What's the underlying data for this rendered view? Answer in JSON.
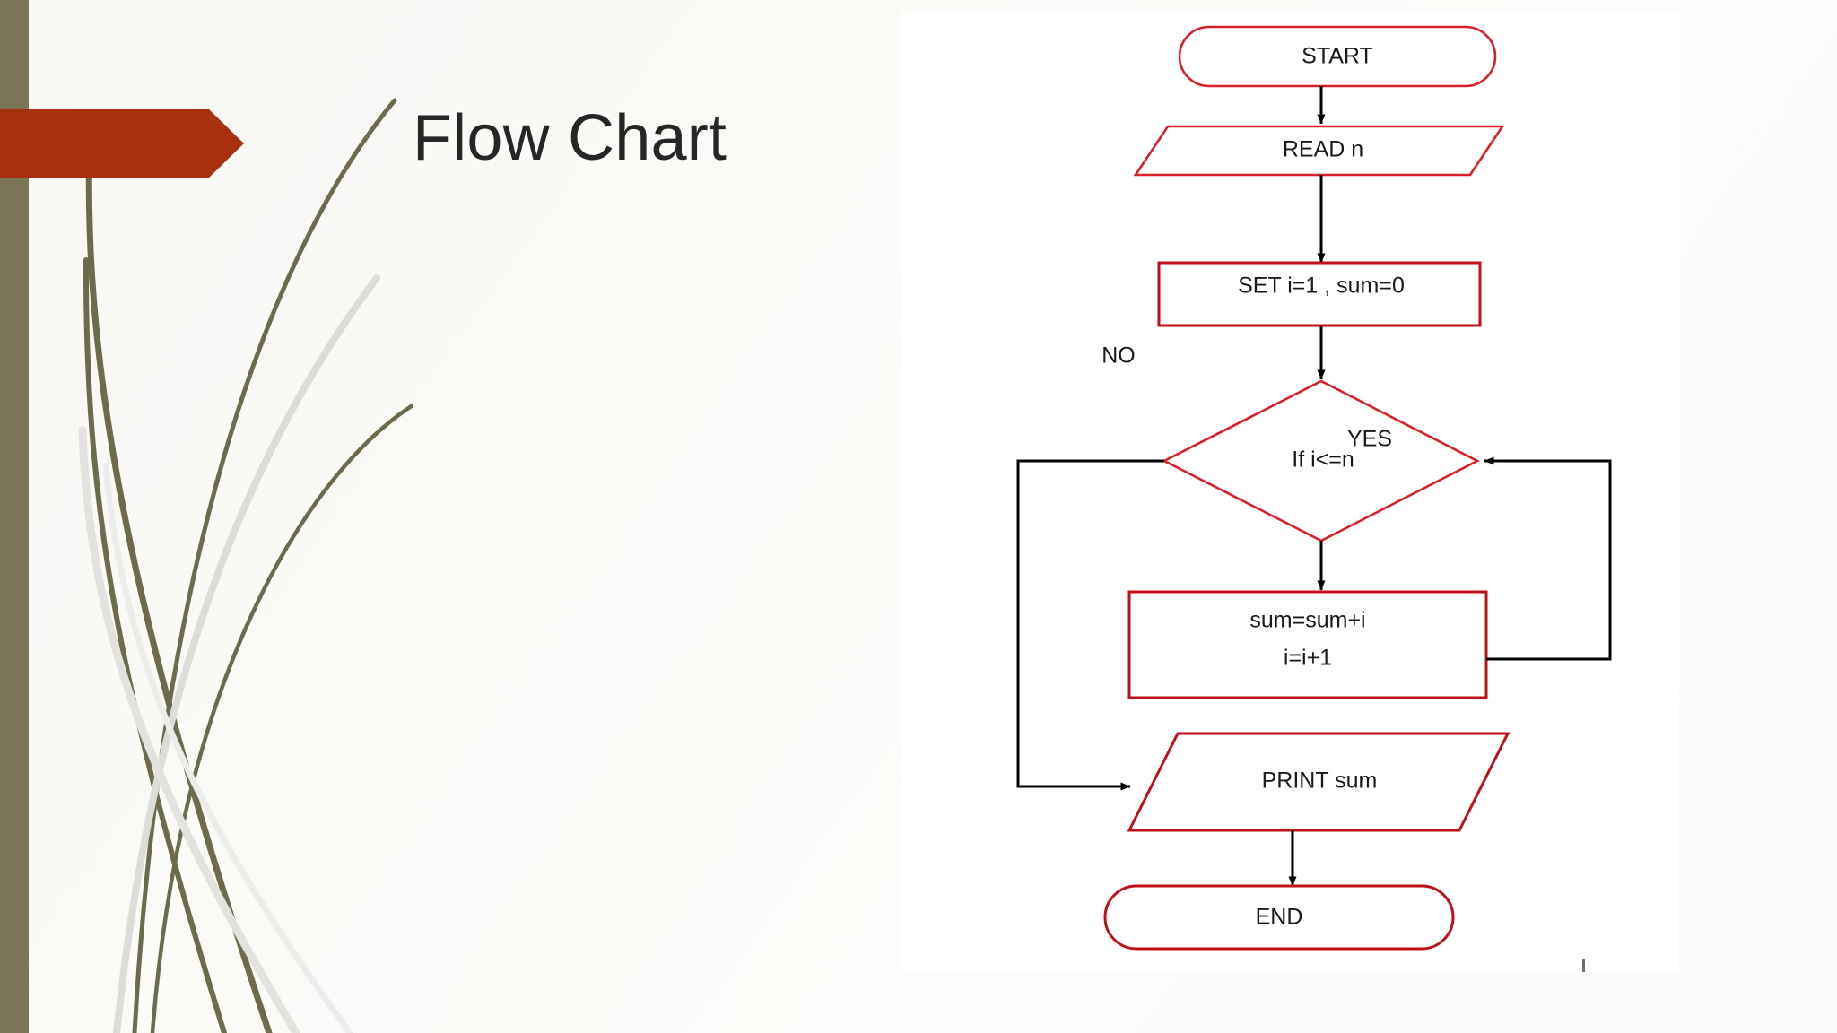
{
  "slide": {
    "title": "Flow Chart",
    "theme": {
      "left_bar_color": "#7b7455",
      "banner_color": "#a8300f",
      "title_color": "#262626",
      "background_color": "#fafaf8",
      "grass_dark_color": "#6e6b4c",
      "grass_light_color": "#dcdcd8"
    }
  },
  "chart_data": {
    "type": "diagram",
    "subtype": "flowchart",
    "title": "Flow Chart",
    "description": "Flowchart computing the sum of the first n integers using a counted loop.",
    "nodes": [
      {
        "id": "start",
        "shape": "terminator",
        "label": "START"
      },
      {
        "id": "read",
        "shape": "parallelogram",
        "label": "READ n"
      },
      {
        "id": "set",
        "shape": "rectangle",
        "label": "SET i=1 , sum=0"
      },
      {
        "id": "cond",
        "shape": "diamond",
        "label": "If i<=n"
      },
      {
        "id": "body",
        "shape": "rectangle",
        "label_line1": "sum=sum+i",
        "label_line2": "i=i+1"
      },
      {
        "id": "print",
        "shape": "parallelogram",
        "label": "PRINT sum"
      },
      {
        "id": "end",
        "shape": "terminator",
        "label": "END"
      }
    ],
    "edges": [
      {
        "from": "start",
        "to": "read",
        "label": ""
      },
      {
        "from": "read",
        "to": "set",
        "label": ""
      },
      {
        "from": "set",
        "to": "cond",
        "label": ""
      },
      {
        "from": "cond",
        "to": "print",
        "label": "NO"
      },
      {
        "from": "cond",
        "to": "body",
        "label": "YES"
      },
      {
        "from": "body",
        "to": "cond",
        "label": ""
      },
      {
        "from": "print",
        "to": "end",
        "label": ""
      }
    ],
    "branch_labels": {
      "no": "NO",
      "yes": "YES"
    },
    "shape_stroke_color": "#d8202a",
    "connector_color": "#000000"
  }
}
